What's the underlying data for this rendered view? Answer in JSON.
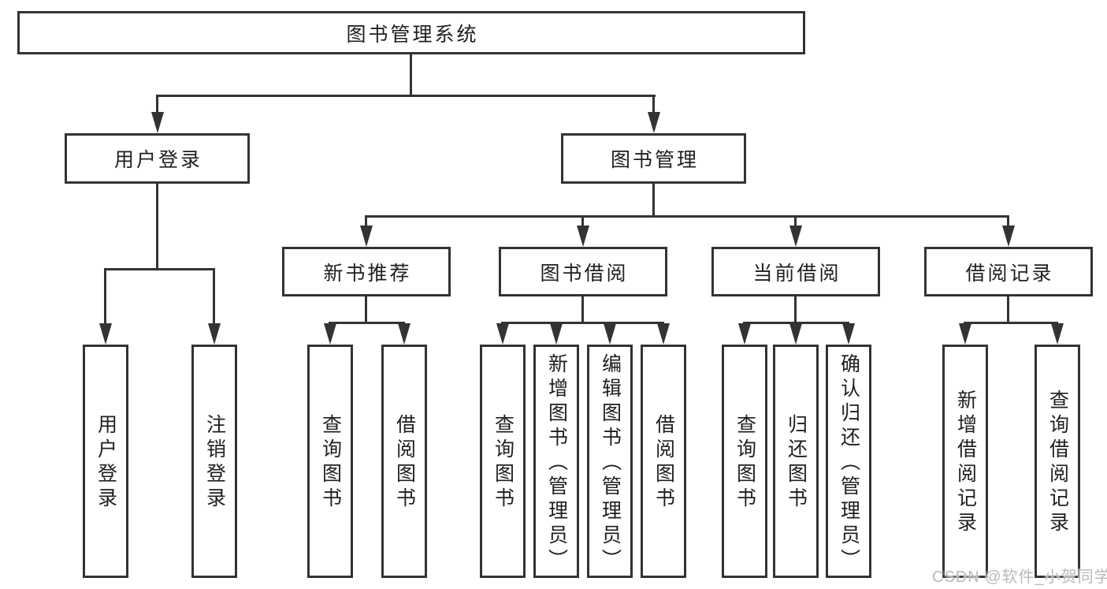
{
  "tree": {
    "root": {
      "label": "图书管理系统"
    },
    "branches": [
      {
        "label": "用户登录",
        "children": [
          {
            "label": "用户登录"
          },
          {
            "label": "注销登录"
          }
        ]
      },
      {
        "label": "图书管理",
        "children": [
          {
            "label": "新书推荐",
            "children": [
              {
                "label": "查询图书"
              },
              {
                "label": "借阅图书"
              }
            ]
          },
          {
            "label": "图书借阅",
            "children": [
              {
                "label": "查询图书"
              },
              {
                "label": "新增图书（管理员）"
              },
              {
                "label": "编辑图书（管理员）"
              },
              {
                "label": "借阅图书"
              }
            ]
          },
          {
            "label": "当前借阅",
            "children": [
              {
                "label": "查询图书"
              },
              {
                "label": "归还图书"
              },
              {
                "label": "确认归还（管理员）"
              }
            ]
          },
          {
            "label": "借阅记录",
            "children": [
              {
                "label": "新增借阅记录"
              },
              {
                "label": "查询借阅记录"
              }
            ]
          }
        ]
      }
    ]
  },
  "watermark": {
    "text": "CSDN @软件_小贺同学"
  },
  "colors": {
    "line": "#333333",
    "text": "#1f1f1f",
    "watermark": "#b9b9b9",
    "background": "#ffffff"
  }
}
